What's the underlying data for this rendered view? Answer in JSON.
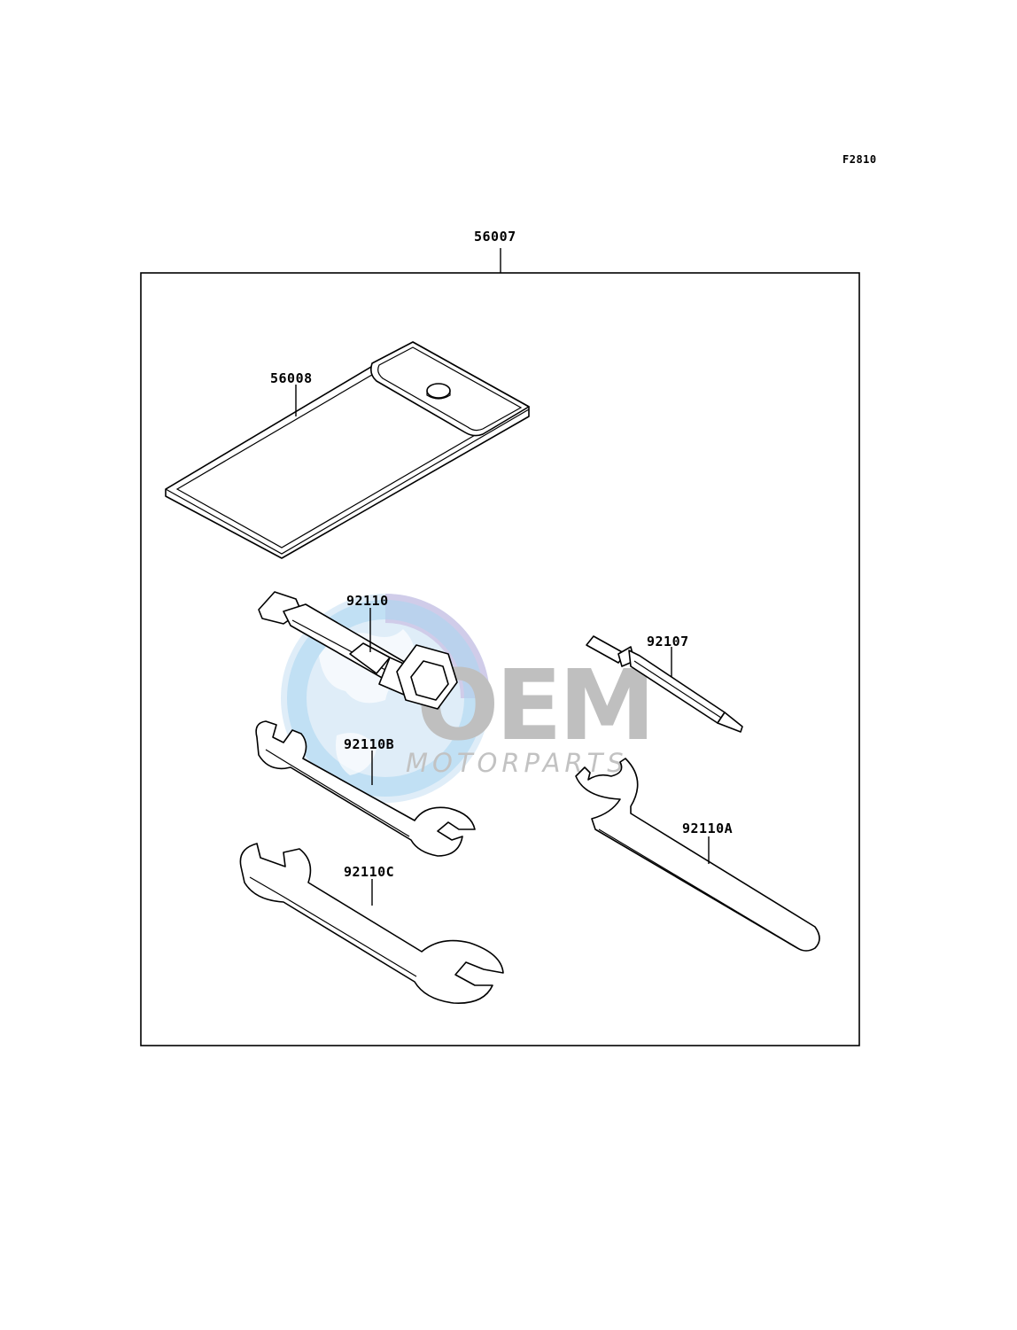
{
  "diagram": {
    "code": "F2810",
    "assembly_label": "56007",
    "parts": {
      "pouch": "56008",
      "plug_wrench": "92110",
      "screwdriver": "92107",
      "wrench_b": "92110B",
      "hook_wrench": "92110A",
      "wrench_c": "92110C"
    }
  },
  "watermark": {
    "logo_text": "OEM",
    "sub_text": "MOTORPARTS",
    "colors": {
      "globe": "#8fc8ec",
      "globe_dark": "#b9b6de",
      "letters": "#b5b5b5"
    }
  }
}
